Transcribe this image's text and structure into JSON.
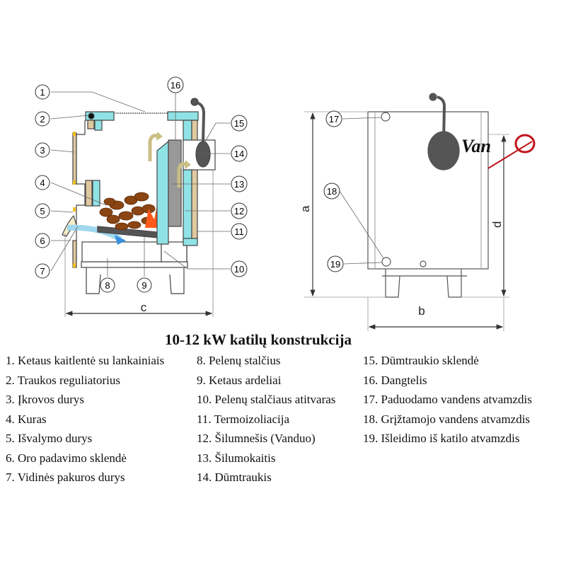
{
  "title": "10-12  kW katilų  konstrukcija",
  "logo_text": "Vano",
  "callouts_left": [
    "1",
    "2",
    "3",
    "4",
    "5",
    "6",
    "7",
    "8",
    "9",
    "10",
    "11",
    "12",
    "13",
    "14",
    "15",
    "16"
  ],
  "callouts_right": [
    "17",
    "18",
    "19"
  ],
  "dimensions": {
    "a": "a",
    "b": "b",
    "c": "c",
    "d": "d"
  },
  "legend": {
    "col1": [
      "1. Ketaus kaitlentė su lankainiais",
      "2. Traukos reguliatorius",
      "3. Įkrovos durys",
      "4. Kuras",
      "5. Išvalymo durys",
      "6. Oro padavimo sklendė",
      "7. Vidinės pakuros durys"
    ],
    "col2": [
      "8. Pelenų stalčius",
      "9. Ketaus ardeliai",
      "10. Pelenų stalčiaus atitvaras",
      "11. Termoizoliacija",
      "12. Šilumnešis (Vanduo)",
      "13. Šilumokaitis",
      "14. Dūmtraukis"
    ],
    "col3": [
      "15. Dūmtraukio sklendė",
      "16. Dangtelis",
      "17. Paduodamo vandens atvamzdis",
      "18. Grįžtamojo vandens atvamzdis",
      "19. Išleidimo iš katilo atvamzdis"
    ]
  },
  "colors": {
    "water": "#8fe3e6",
    "insulation": "#e0c9a0",
    "fuel": "#8b4513",
    "flame": "#ff5a1a",
    "air": "#5fb4e8",
    "logo": "#c0141c"
  }
}
